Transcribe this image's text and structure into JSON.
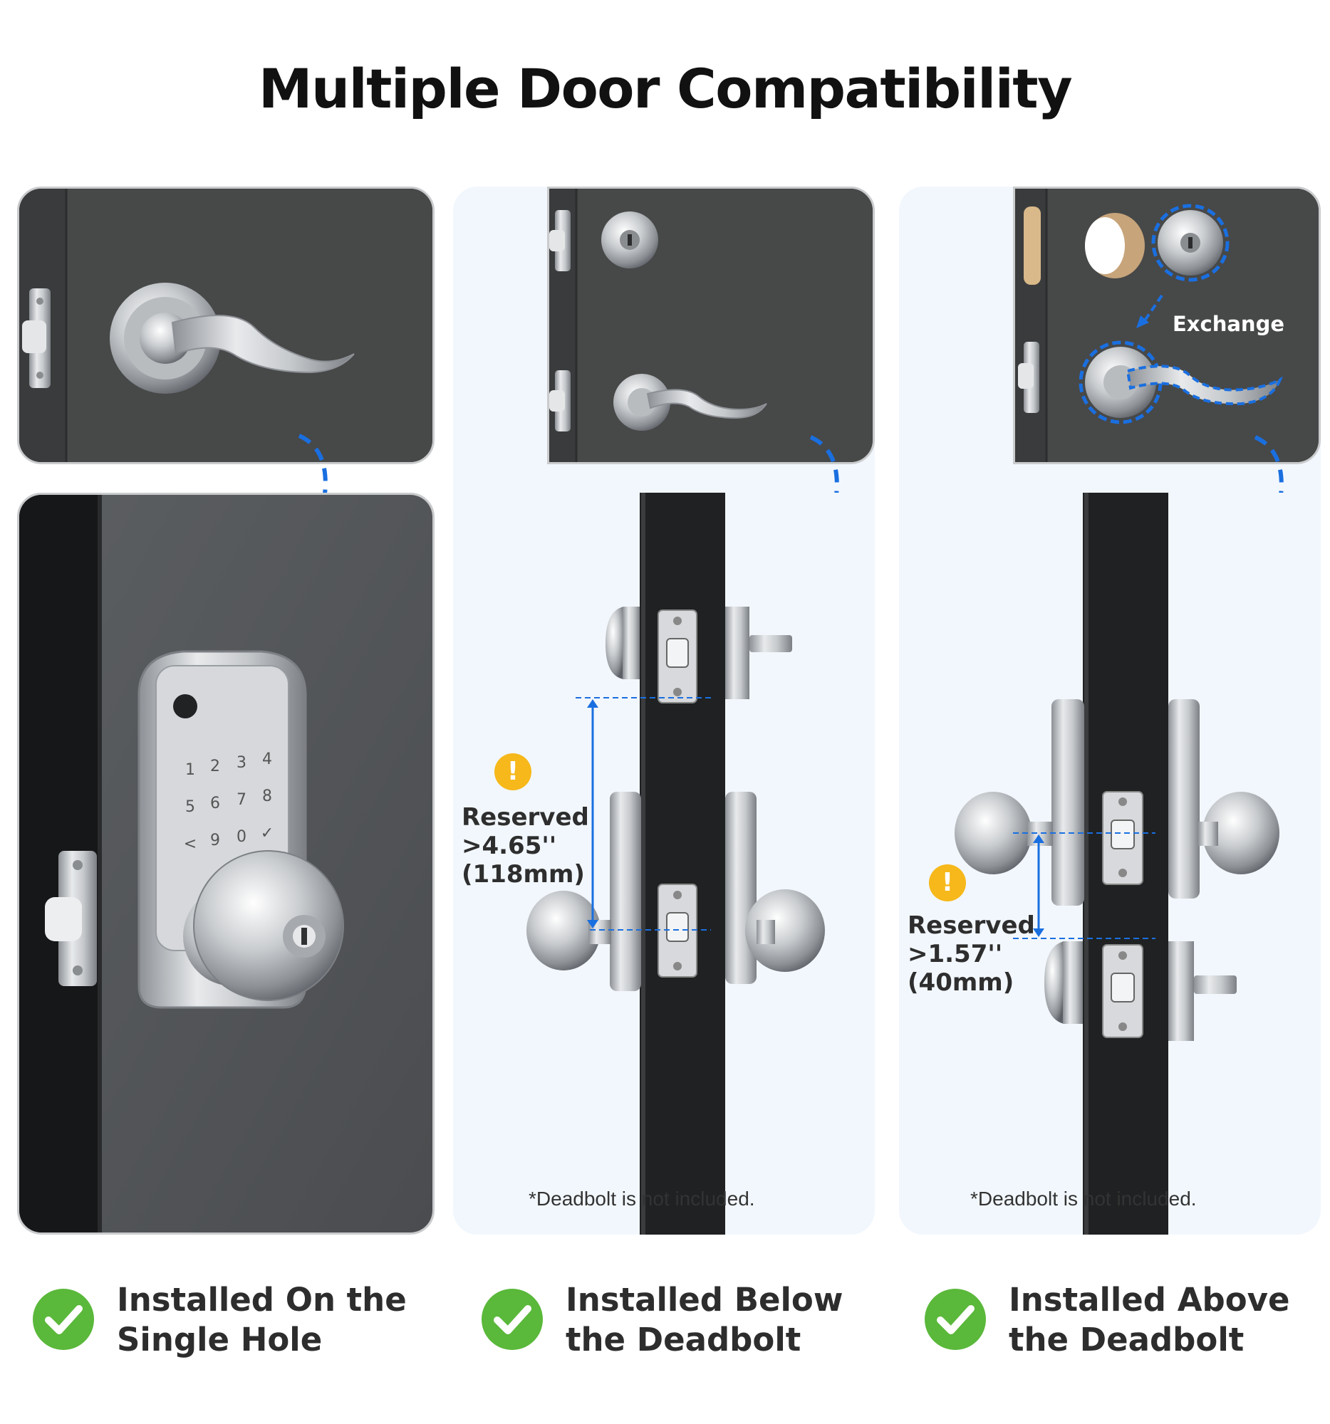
{
  "title": "Multiple Door Compatibility",
  "columns": [
    {
      "caption_line1": "Installed On the",
      "caption_line2": "Single Hole"
    },
    {
      "caption_line1": "Installed Below",
      "caption_line2": "the Deadbolt",
      "reserved_line1": "Reserved",
      "reserved_line2": ">4.65''",
      "reserved_line3": "(118mm)",
      "note": "*Deadbolt is not included."
    },
    {
      "caption_line1": "Installed Above",
      "caption_line2": "the Deadbolt",
      "exchange": "Exchange",
      "reserved_line1": "Reserved",
      "reserved_line2": ">1.57''",
      "reserved_line3": "(40mm)",
      "note": "*Deadbolt is not included."
    }
  ],
  "keypad": [
    "1",
    "2",
    "3",
    "4",
    "5",
    "6",
    "7",
    "8",
    "<",
    "9",
    "0",
    "✓"
  ],
  "icons": {
    "check": "check-circle-icon",
    "warning": "warning-icon",
    "arrow": "curved-arrow-icon"
  },
  "colors": {
    "accent_blue": "#1a6fe0",
    "check_green": "#5ab83a",
    "warning_yellow": "#f6b81a",
    "door_dark": "#474848"
  }
}
